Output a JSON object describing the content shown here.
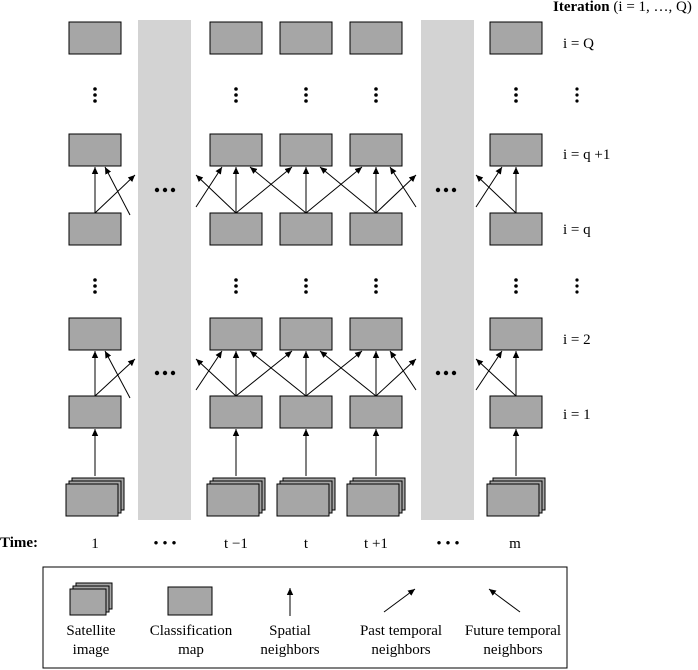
{
  "iteration_header": {
    "bold": "Iteration",
    "rest": "(i = 1, …, Q)"
  },
  "iteration_labels": [
    {
      "text": "i = Q"
    },
    {
      "text": "i = q +1"
    },
    {
      "text": "i = q"
    },
    {
      "text": "i = 2"
    },
    {
      "text": "i = 1"
    }
  ],
  "time": {
    "title": "Time:",
    "labels": [
      "1",
      "• • •",
      "t −1",
      "t",
      "t +1",
      "• • •",
      "m"
    ]
  },
  "legend": {
    "satellite": [
      "Satellite",
      "image"
    ],
    "classification": [
      "Classification",
      "map"
    ],
    "spatial": [
      "Spatial",
      "neighbors"
    ],
    "past": [
      "Past temporal",
      "neighbors"
    ],
    "future": [
      "Future temporal",
      "neighbors"
    ]
  },
  "colors": {
    "box_fill": "#a6a6a6",
    "band_fill": "#d3d3d3",
    "stroke": "#000000"
  }
}
